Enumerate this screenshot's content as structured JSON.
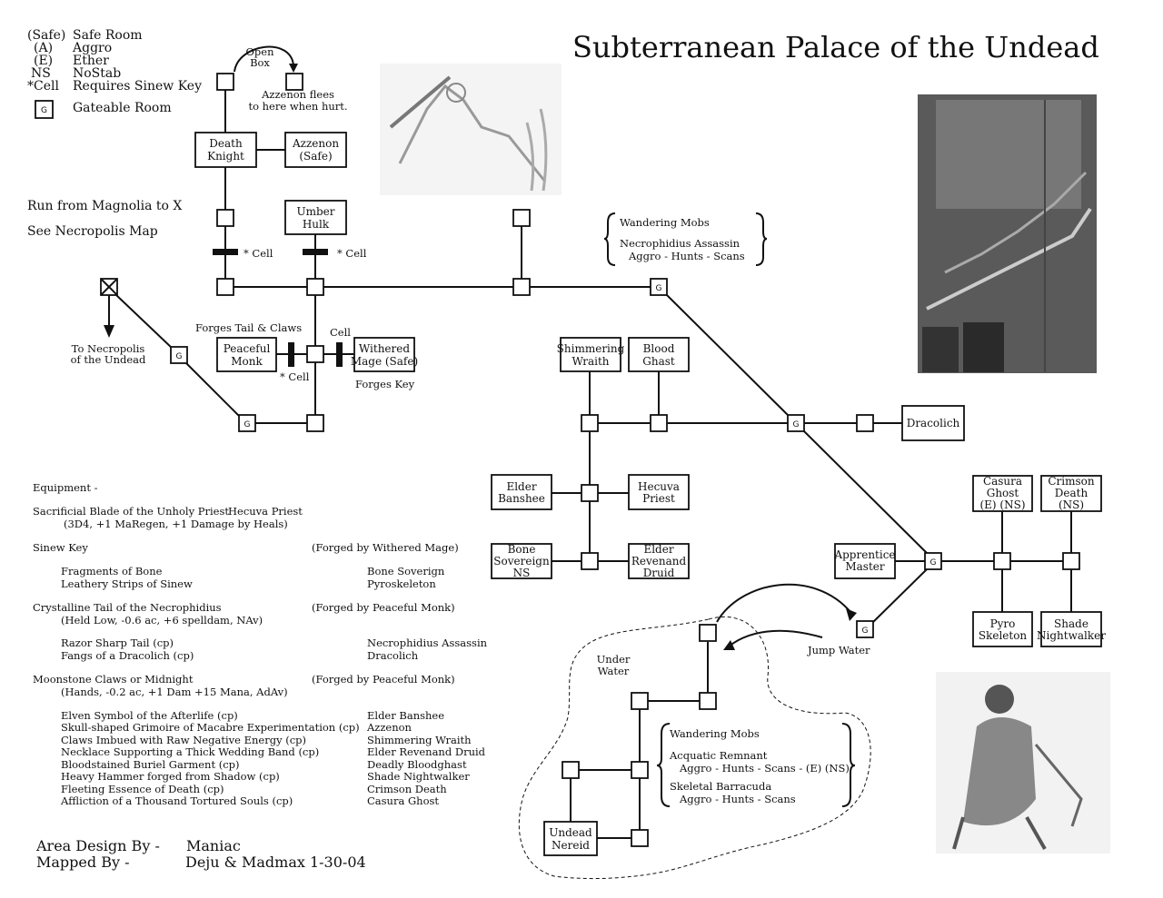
{
  "title": "Subterranean Palace of the Undead",
  "legend": [
    {
      "key": "(Safe)",
      "value": "Safe Room"
    },
    {
      "key": "(A)",
      "value": "Aggro"
    },
    {
      "key": "(E)",
      "value": "Ether"
    },
    {
      "key": "NS",
      "value": "NoStab"
    },
    {
      "key": "*Cell",
      "value": "Requires Sinew Key"
    }
  ],
  "gate_symbol": "G",
  "gateable_label": "Gateable Room",
  "notes": {
    "run_from": "Run from Magnolia to X",
    "see_map": "See Necropolis Map",
    "open_box": [
      "Open",
      "Box"
    ],
    "azzenon_flees": [
      "Azzenon flees",
      "to here when hurt."
    ],
    "to_necropolis": [
      "To Necropolis",
      "of the Undead"
    ],
    "forges_tail": "Forges Tail & Claws",
    "forges_key": "Forges Key",
    "cell_star": "* Cell",
    "cell": "Cell",
    "jump_water": "Jump Water",
    "under_water": [
      "Under",
      "Water"
    ]
  },
  "rooms": {
    "death_knight": [
      "Death",
      "Knight"
    ],
    "azzenon": [
      "Azzenon",
      "(Safe)"
    ],
    "umber_hulk": [
      "Umber",
      "Hulk"
    ],
    "peaceful_monk": [
      "Peaceful",
      "Monk"
    ],
    "withered_mage": [
      "Withered",
      "Mage (Safe)"
    ],
    "shimmering_wraith": [
      "Shimmering",
      "Wraith"
    ],
    "blood_ghast": [
      "Blood",
      "Ghast"
    ],
    "dracolich": [
      "Dracolich"
    ],
    "elder_banshee": [
      "Elder",
      "Banshee"
    ],
    "hecuva_priest": [
      "Hecuva",
      "Priest"
    ],
    "bone_sovereign": [
      "Bone",
      "Sovereign",
      "NS"
    ],
    "elder_revenand_druid": [
      "Elder",
      "Revenand",
      "Druid"
    ],
    "casura_ghost": [
      "Casura",
      "Ghost",
      "(E) (NS)"
    ],
    "crimson_death": [
      "Crimson",
      "Death",
      "(NS)"
    ],
    "apprentice_master": [
      "Apprentice",
      "Master"
    ],
    "pyro_skeleton": [
      "Pyro",
      "Skeleton"
    ],
    "shade_nightwalker": [
      "Shade",
      "Nightwalker"
    ],
    "undead_nereid": [
      "Undead",
      "Nereid"
    ]
  },
  "wandering1": {
    "header": "Wandering Mobs",
    "mob": "Necrophidius Assassin",
    "flags": "Aggro - Hunts - Scans"
  },
  "wandering2": {
    "header": "Wandering Mobs",
    "mob1": "Acquatic Remnant",
    "flags1": "Aggro - Hunts - Scans - (E) (NS)",
    "mob2": "Skeletal Barracuda",
    "flags2": "Aggro - Hunts - Scans"
  },
  "equipment": {
    "header": "Equipment -",
    "blade": "Sacrificial Blade of the Unholy Priest",
    "blade_source": "Hecuva Priest",
    "blade_stats": "(3D4, +1 MaRegen, +1 Damage by Heals)",
    "sinew": "Sinew Key",
    "sinew_forge": "(Forged by Withered Mage)",
    "sinew_items": [
      {
        "item": "Fragments of Bone",
        "source": "Bone Soverign"
      },
      {
        "item": "Leathery Strips of Sinew",
        "source": "Pyroskeleton"
      }
    ],
    "tail": "Crystalline Tail of the Necrophidius",
    "tail_forge": "(Forged by Peaceful Monk)",
    "tail_stats": "(Held Low, -0.6 ac, +6 spelldam, NAv)",
    "tail_items": [
      {
        "item": "Razor Sharp Tail (cp)",
        "source": "Necrophidius Assassin"
      },
      {
        "item": "Fangs of a Dracolich (cp)",
        "source": "Dracolich"
      }
    ],
    "claws": "Moonstone Claws or Midnight",
    "claws_forge": "(Forged by Peaceful Monk)",
    "claws_stats": "(Hands, -0.2 ac, +1 Dam +15 Mana, AdAv)",
    "claws_items": [
      {
        "item": "Elven Symbol of the Afterlife (cp)",
        "source": "Elder Banshee"
      },
      {
        "item": "Skull-shaped Grimoire of Macabre Experimentation (cp)",
        "source": "Azzenon"
      },
      {
        "item": "Claws Imbued with Raw Negative Energy (cp)",
        "source": "Shimmering Wraith"
      },
      {
        "item": "Necklace Supporting a Thick Wedding Band (cp)",
        "source": "Elder Revenand Druid"
      },
      {
        "item": "Bloodstained Buriel Garment (cp)",
        "source": "Deadly Bloodghast"
      },
      {
        "item": "Heavy Hammer forged from Shadow (cp)",
        "source": "Shade Nightwalker"
      },
      {
        "item": "Fleeting Essence of Death (cp)",
        "source": "Crimson Death"
      },
      {
        "item": "Affliction of a Thousand Tortured Souls (cp)",
        "source": "Casura Ghost"
      }
    ]
  },
  "credits": {
    "design_label": "Area Design By -",
    "design_value": "Maniac",
    "mapped_label": "Mapped By -",
    "mapped_value": "Deju & Madmax 1-30-04"
  }
}
